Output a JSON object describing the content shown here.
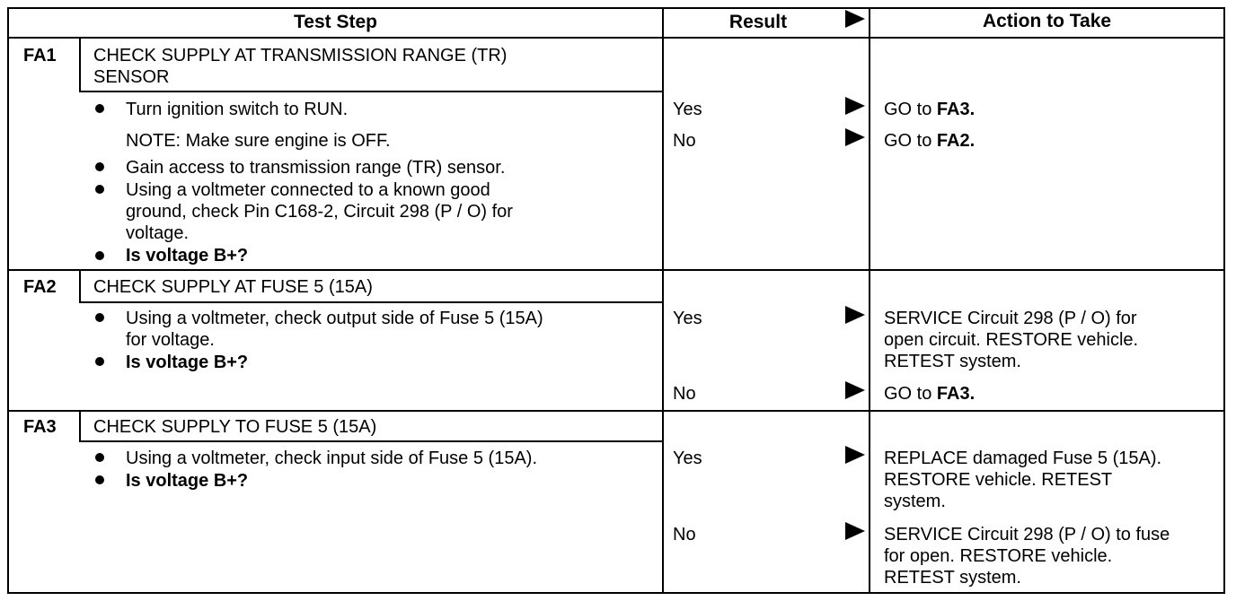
{
  "header": {
    "test_step": "Test Step",
    "result": "Result",
    "action": "Action to Take"
  },
  "steps": [
    {
      "id": "FA1",
      "title_line1": "CHECK SUPPLY AT TRANSMISSION RANGE (TR)",
      "title_line2": "SENSOR",
      "instructions": {
        "b1": "Turn ignition switch to RUN.",
        "note": "NOTE: Make sure engine is OFF.",
        "b2": "Gain access to transmission range (TR) sensor.",
        "b3_l1": "Using a voltmeter connected to a known good",
        "b3_l2": "ground, check Pin C168-2, Circuit 298 (P / O) for",
        "b3_l3": "voltage.",
        "b4": "Is voltage B+?"
      },
      "results": [
        {
          "label": "Yes",
          "action_prefix": "GO to ",
          "action_bold": "FA3."
        },
        {
          "label": "No",
          "action_prefix": "GO to ",
          "action_bold": "FA2."
        }
      ]
    },
    {
      "id": "FA2",
      "title": "CHECK SUPPLY AT FUSE 5 (15A)",
      "instructions": {
        "b1_l1": "Using a voltmeter, check output side of Fuse 5 (15A)",
        "b1_l2": "for voltage.",
        "b2": "Is voltage B+?"
      },
      "results": [
        {
          "label": "Yes",
          "action_l1": "SERVICE Circuit 298 (P / O) for",
          "action_l2": "open circuit. RESTORE vehicle.",
          "action_l3": "RETEST system."
        },
        {
          "label": "No",
          "action_prefix": "GO to ",
          "action_bold": "FA3."
        }
      ]
    },
    {
      "id": "FA3",
      "title": "CHECK SUPPLY TO FUSE 5 (15A)",
      "instructions": {
        "b1": "Using a voltmeter, check input side of Fuse 5 (15A).",
        "b2": "Is voltage B+?"
      },
      "results": [
        {
          "label": "Yes",
          "action_l1": "REPLACE damaged Fuse 5 (15A).",
          "action_l2": "RESTORE vehicle. RETEST",
          "action_l3": "system."
        },
        {
          "label": "No",
          "action_l1": "SERVICE Circuit 298 (P / O) to fuse",
          "action_l2": "for open. RESTORE vehicle.",
          "action_l3": "RETEST system."
        }
      ]
    }
  ]
}
